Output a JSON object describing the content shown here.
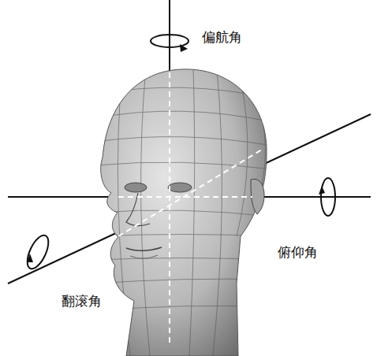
{
  "diagram": {
    "labels": [
      "偏航角",
      "俯仰角",
      "翻滚角"
    ]
  }
}
